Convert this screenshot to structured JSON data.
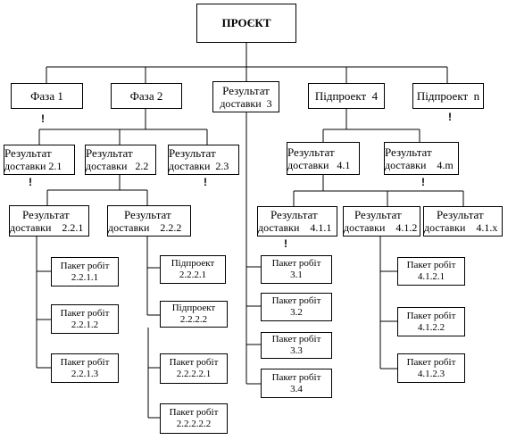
{
  "diagram": {
    "root": {
      "label": "ПРОЄКТ"
    },
    "level1": [
      {
        "id": "faza1",
        "l1": "Фаза 1"
      },
      {
        "id": "faza2",
        "l1": "Фаза 2"
      },
      {
        "id": "rez3",
        "l1": "Результат",
        "l2": "доставки  3"
      },
      {
        "id": "pidpr4",
        "l1": "Підпроект  4"
      },
      {
        "id": "pidprn",
        "l1": "Підпроект  n"
      }
    ],
    "level2": [
      {
        "id": "rez21",
        "l1": "Результат",
        "l2": "доставки 2.1"
      },
      {
        "id": "rez22",
        "l1": "Результат",
        "l2": "доставки   2.2"
      },
      {
        "id": "rez23",
        "l1": "Результат",
        "l2": "доставки  2.3"
      },
      {
        "id": "rez41",
        "l1": "Результат",
        "l2": "доставки   4.1"
      },
      {
        "id": "rez4m",
        "l1": "Результат",
        "l2": "доставки    4.m"
      }
    ],
    "level3": [
      {
        "id": "rez221",
        "l1": "Результат",
        "l2": "доставки    2.2.1"
      },
      {
        "id": "rez222",
        "l1": "Результат",
        "l2": "доставки    2.2.2"
      },
      {
        "id": "rez411",
        "l1": "Результат",
        "l2": "доставки    4.1.1"
      },
      {
        "id": "rez412",
        "l1": "Результат",
        "l2": "доставки    4.1.2"
      },
      {
        "id": "rez41x",
        "l1": "Результат",
        "l2": "доставки    4.1.x"
      }
    ],
    "work_packages": [
      {
        "id": "wp2211",
        "l1": "Пакет робіт",
        "l2": "2.2.1.1"
      },
      {
        "id": "wp2212",
        "l1": "Пакет робіт",
        "l2": "2.2.1.2"
      },
      {
        "id": "wp2213",
        "l1": "Пакет робіт",
        "l2": "2.2.1.3"
      },
      {
        "id": "pp2221",
        "l1": "Підпроект",
        "l2": "2.2.2.1"
      },
      {
        "id": "pp2222",
        "l1": "Підпроект",
        "l2": "2.2.2.2"
      },
      {
        "id": "wp22221",
        "l1": "Пакет робіт",
        "l2": "2.2.2.2.1"
      },
      {
        "id": "wp22222",
        "l1": "Пакет робіт",
        "l2": "2.2.2.2.2"
      },
      {
        "id": "wp31",
        "l1": "Пакет робіт",
        "l2": "3.1"
      },
      {
        "id": "wp32",
        "l1": "Пакет робіт",
        "l2": "3.2"
      },
      {
        "id": "wp33",
        "l1": "Пакет робіт",
        "l2": "3.3"
      },
      {
        "id": "wp34",
        "l1": "Пакет робіт",
        "l2": "3.4"
      },
      {
        "id": "wp4121",
        "l1": "Пакет робіт",
        "l2": "4.1.2.1"
      },
      {
        "id": "wp4122",
        "l1": "Пакет робіт",
        "l2": "4.1.2.2"
      },
      {
        "id": "wp4123",
        "l1": "Пакет робіт",
        "l2": "4.1.2.3"
      }
    ],
    "marks": {
      "continuation": "!"
    }
  }
}
